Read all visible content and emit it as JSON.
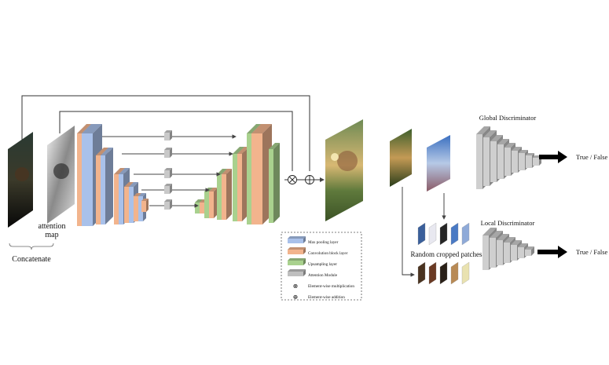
{
  "labels": {
    "attention_map": [
      "attention",
      "map"
    ],
    "concatenate": "Concatenate",
    "global_discriminator": "Global Discriminator",
    "local_discriminator": "Local Discriminator",
    "random_cropped_patches": "Random cropped patches",
    "true_false_global": "True / False",
    "true_false_local": "True / False"
  },
  "legend": {
    "items": [
      {
        "text": "Max pooling layer",
        "color": "#a9c1ea"
      },
      {
        "text": "Convolution block layer",
        "color": "#f2b48d"
      },
      {
        "text": "Upsampling layer",
        "color": "#a9d18e"
      },
      {
        "text": "Attention Module",
        "color": "#bfbfbf"
      },
      {
        "text": "Element-wise multiplication",
        "symbol": "⊗"
      },
      {
        "text": "Element-wise addition",
        "symbol": "⊕"
      }
    ]
  },
  "colors": {
    "max_pool": "#a9c1ea",
    "conv_block": "#f2b48d",
    "upsample": "#a9d18e",
    "attention": "#c9c9c9",
    "discriminator": "#cfcfcf"
  }
}
